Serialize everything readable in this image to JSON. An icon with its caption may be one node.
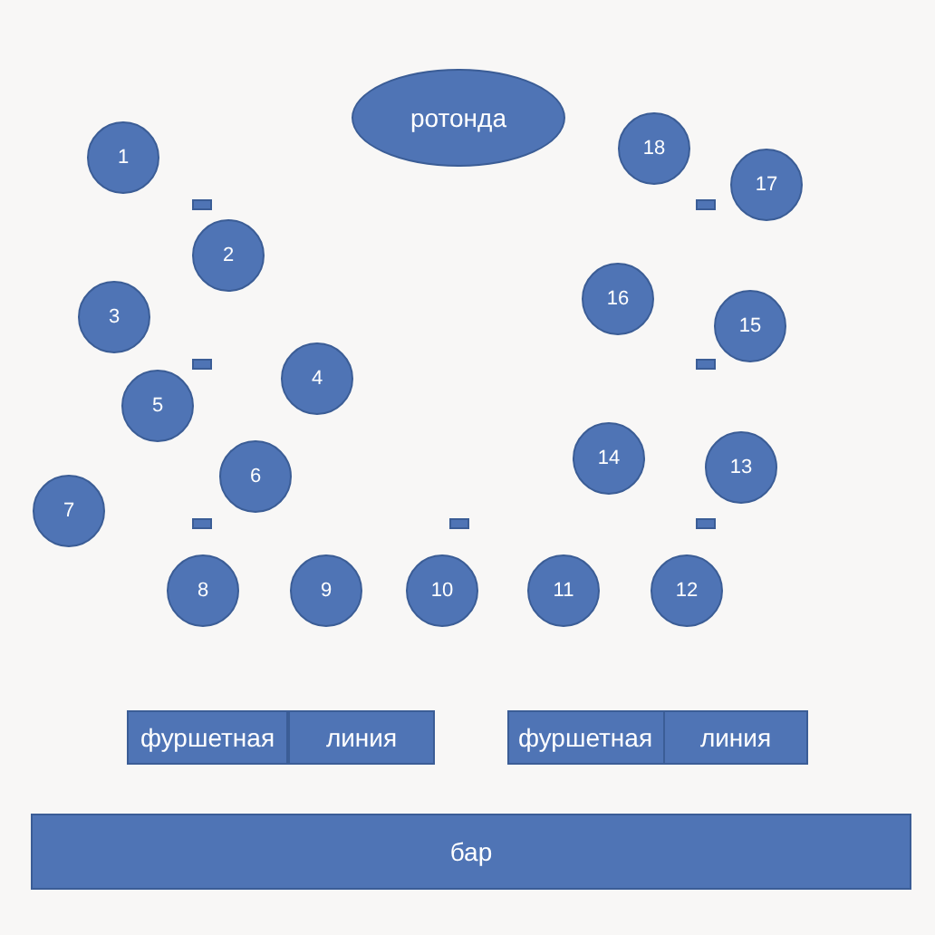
{
  "diagram": {
    "nodes": [
      {
        "text": [
          "ротонда"
        ]
      },
      {
        "text": [
          "1"
        ]
      },
      {
        "text": [
          "2"
        ]
      },
      {
        "text": [
          "3"
        ]
      },
      {
        "text": [
          "4"
        ]
      },
      {
        "text": [
          "5"
        ]
      },
      {
        "text": [
          "6"
        ]
      },
      {
        "text": [
          "7"
        ]
      },
      {
        "text": [
          "8"
        ]
      },
      {
        "text": [
          "9"
        ]
      },
      {
        "text": [
          "10"
        ]
      },
      {
        "text": [
          "11"
        ]
      },
      {
        "text": [
          "12"
        ]
      },
      {
        "text": [
          "13"
        ]
      },
      {
        "text": [
          "14"
        ]
      },
      {
        "text": [
          "15"
        ]
      },
      {
        "text": [
          "16"
        ]
      },
      {
        "text": [
          "17"
        ]
      },
      {
        "text": [
          "18"
        ]
      },
      {
        "text": [],
        "shape": "bar"
      },
      {
        "text": [],
        "shape": "bar"
      },
      {
        "text": [],
        "shape": "bar"
      },
      {
        "text": [],
        "shape": "bar"
      },
      {
        "text": [],
        "shape": "bar"
      },
      {
        "text": [],
        "shape": "bar"
      },
      {
        "text": [],
        "shape": "bar"
      },
      {
        "text": [
          "фуршетная"
        ]
      },
      {
        "text": [
          "линия"
        ]
      },
      {
        "text": [
          "фуршетная"
        ]
      },
      {
        "text": [
          "линия"
        ]
      },
      {
        "text": [
          "бар"
        ]
      }
    ]
  }
}
